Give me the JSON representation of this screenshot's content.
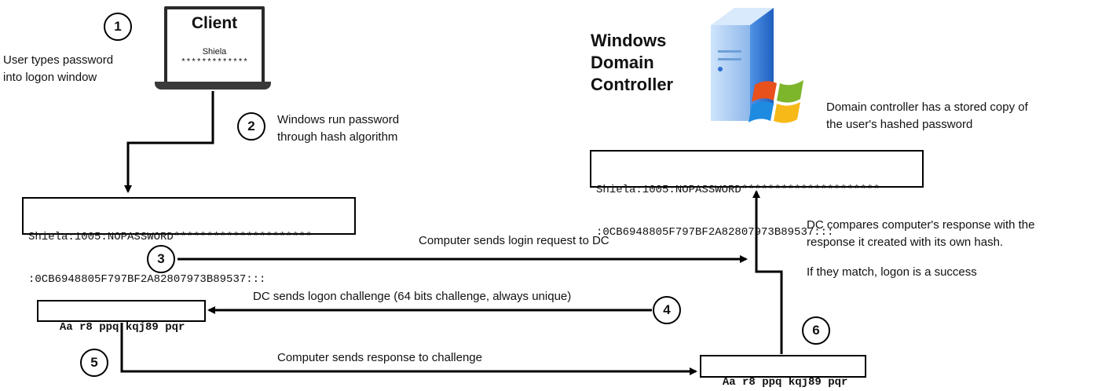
{
  "client": {
    "title": "Client",
    "username": "Shiela",
    "password_mask": "*************"
  },
  "dc": {
    "title_line1": "Windows",
    "title_line2": "Domain",
    "title_line3": "Controller",
    "note_line1": "Domain controller has a stored copy of",
    "note_line2": "the user's hashed password",
    "hash_line1": "Shiela:1005:NOPASSWORD*********************",
    "hash_line2": ":0CB6948805F797BF2A82807973B89537:::"
  },
  "client_hash": {
    "line1": "Shiela:1005:NOPASSWORD*********************",
    "line2": ":0CB6948805F797BF2A82807973B89537:::"
  },
  "steps": {
    "s1": {
      "num": "1",
      "line1": "User types password",
      "line2": "into logon window"
    },
    "s2": {
      "num": "2",
      "line1": "Windows run password",
      "line2": "through hash algorithm"
    },
    "s3": {
      "num": "3",
      "label": "Computer sends login request to DC"
    },
    "s4": {
      "num": "4",
      "label": "DC sends logon challenge (64 bits challenge, always unique)"
    },
    "s5": {
      "num": "5",
      "label": "Computer sends response to challenge"
    },
    "s6": {
      "num": "6",
      "line1": "DC compares computer's response with the",
      "line2": "response it created with its own hash.",
      "line3": "If they match, logon is a success"
    }
  },
  "challenge": {
    "client_value": "Aa r8 ppq kqj89 pqr",
    "dc_value": "Aa r8 ppq kqj89 pqr"
  },
  "icons": [
    "laptop-icon",
    "server-icon",
    "windows-logo-icon"
  ],
  "colors": {
    "line": "#000000",
    "background": "#ffffff",
    "server_blue": "#2a6fc9"
  }
}
